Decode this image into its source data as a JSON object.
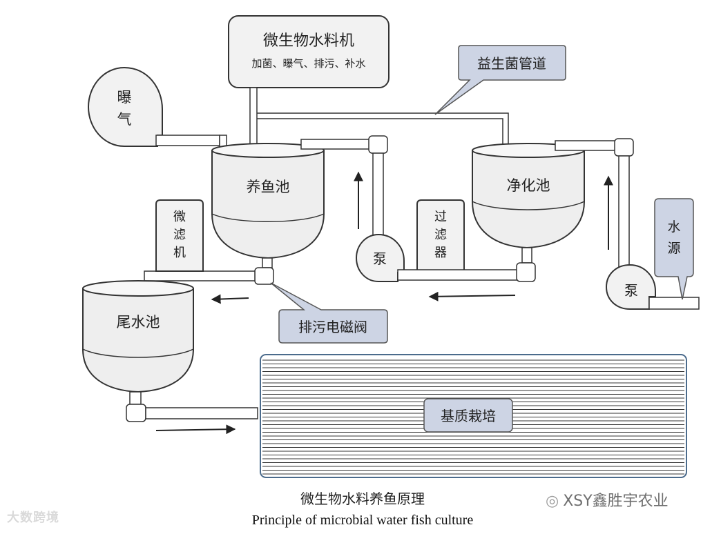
{
  "diagram": {
    "machine": {
      "title": "微生物水料机",
      "subtitle": "加菌、曝气、排污、补水"
    },
    "aeration": {
      "line1": "曝",
      "line2": "气"
    },
    "probiotic_pipe_label": "益生菌管道",
    "fish_pond_label": "养鱼池",
    "purify_pond_label": "净化池",
    "tail_pond_label": "尾水池",
    "microfilter": {
      "l1": "微",
      "l2": "滤",
      "l3": "机"
    },
    "filter": {
      "l1": "过",
      "l2": "滤",
      "l3": "器"
    },
    "pump_label_1": "泵",
    "pump_label_2": "泵",
    "water_source": {
      "l1": "水",
      "l2": "源"
    },
    "valve_label": "排污电磁阀",
    "substrate_label": "基质栽培"
  },
  "caption": {
    "cn": "微生物水料养鱼原理",
    "en": "Principle of microbial water fish culture"
  },
  "watermark": {
    "left": "大数跨境",
    "right": "XSY鑫胜宇农业"
  },
  "colors": {
    "stroke": "#333333",
    "tank_fill": "#eeeeee",
    "callout_fill": "#cdd4e4",
    "substrate_border": "#4b6b8c",
    "substrate_lines": "#333333"
  }
}
